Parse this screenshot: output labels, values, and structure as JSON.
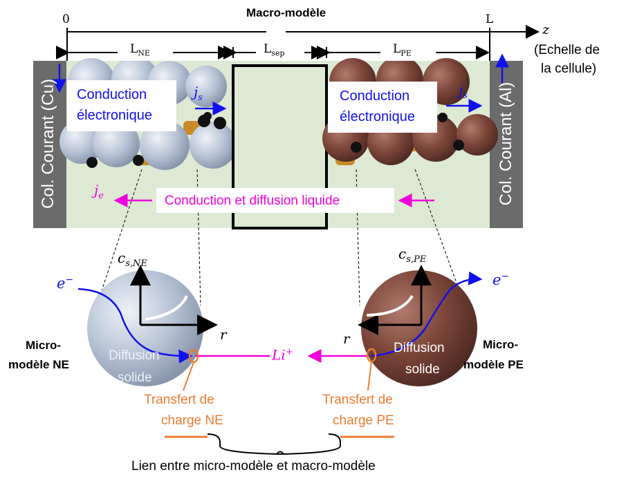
{
  "title": "Macro-modèle",
  "axis": {
    "origin_label": "0",
    "end_label": "L",
    "z_label": "z",
    "scale_note_line1": "(Echelle de",
    "scale_note_line2": "la cellule)"
  },
  "lengths": {
    "ne": {
      "main": "L",
      "sub": "NE"
    },
    "sep": {
      "main": "L",
      "sub": "sep"
    },
    "pe": {
      "main": "L",
      "sub": "PE"
    }
  },
  "collectors": {
    "left": "Col. Courant (Cu)",
    "right": "Col. Courant (Al)"
  },
  "ne_conduction": {
    "line1": "Conduction",
    "line2": "électronique"
  },
  "pe_conduction": {
    "line1": "Conduction",
    "line2": "électronique"
  },
  "js_label": {
    "main": "j",
    "sub": "s"
  },
  "je_label": {
    "main": "j",
    "sub": "e"
  },
  "liquid_label": "Conduction et diffusion liquide",
  "ne_particle": {
    "axis_y": {
      "main": "c",
      "sub": "s,NE"
    },
    "axis_x": "r",
    "electron": "e",
    "diffusion_line1": "Diffusion",
    "diffusion_line2": "solide",
    "micro_line1": "Micro-",
    "micro_line2": "modèle NE",
    "transfer_line1": "Transfert de",
    "transfer_line2": "charge NE"
  },
  "pe_particle": {
    "axis_y": {
      "main": "c",
      "sub": "s,PE"
    },
    "axis_x": "r",
    "electron": "e",
    "diffusion_line1": "Diffusion",
    "diffusion_line2": "solide",
    "micro_line1": "Micro-",
    "micro_line2": "modèle PE",
    "transfer_line1": "Transfert de",
    "transfer_line2": "charge PE"
  },
  "li_label": {
    "main": "Li",
    "sup": "+"
  },
  "bottom_caption": "Lien entre micro-modèle et macro-modèle",
  "colors": {
    "ne_particle": "#b8c4d6",
    "pe_particle": "#7a4538",
    "electrolyte": "#dde9d3",
    "collector": "#6b6b6b",
    "blue_arrow": "#1010ee",
    "magenta": "#ee00dd",
    "orange": "#ee7b30"
  }
}
